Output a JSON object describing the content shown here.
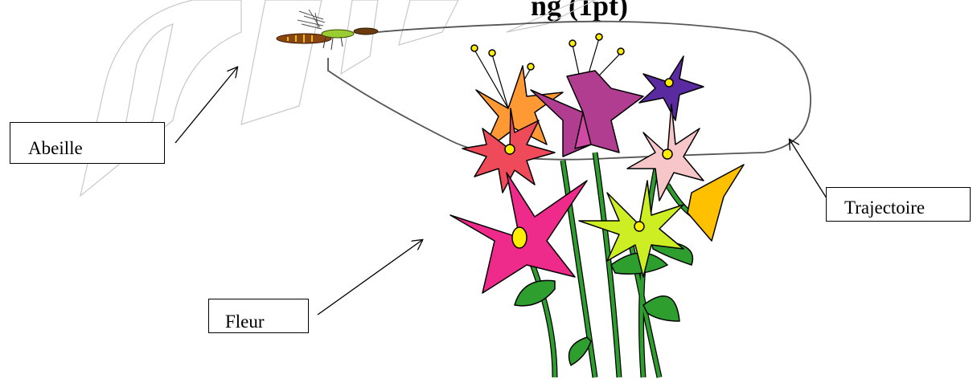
{
  "header_fragment": "ng                (1pt)",
  "labels": {
    "bee": "Abeille",
    "trajectory": "Trajectoire",
    "flower": "Fleur"
  },
  "colors": {
    "line": "#000000",
    "path": "#555555",
    "watermark": "#c8c8c8",
    "stem": "#2e9e2e",
    "magenta": "#ee2a8a",
    "orange": "#ff9933",
    "purple": "#b03d8f",
    "pink_light": "#f6c6c8",
    "coral": "#ef4a5a",
    "violet": "#5a2aa0",
    "yellow": "#ffc000",
    "lime": "#ccee22",
    "center": "#ffee00"
  }
}
